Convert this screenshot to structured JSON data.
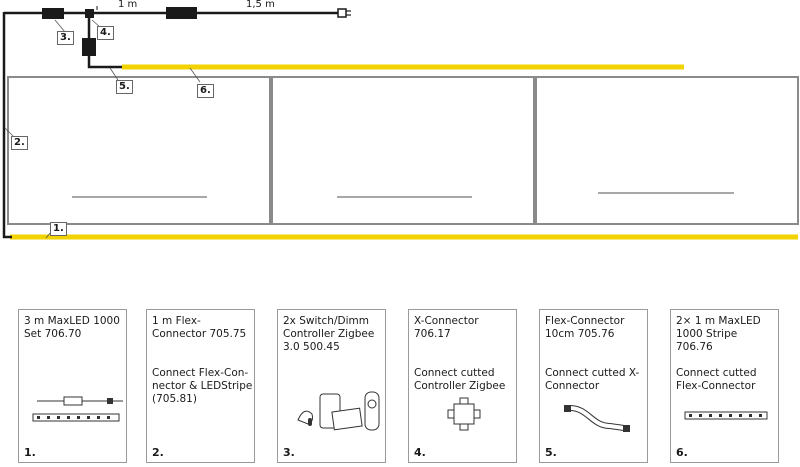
{
  "colors": {
    "strip": "#f2d200",
    "cable": "#1a1a1a",
    "cabinet": "#8a8a8a"
  },
  "diagram": {
    "dim_1m": "1 m",
    "dim_15m": "1,5 m",
    "callouts": [
      "1.",
      "2.",
      "3.",
      "4.",
      "5.",
      "6."
    ]
  },
  "cards": [
    {
      "title": "3 m MaxLED 1000 Set 706.70",
      "desc": "",
      "num": "1.",
      "icon": "led-set-icon"
    },
    {
      "title": "1 m Flex-Connector 705.75",
      "desc": "Connect Flex-Con-nector & LEDStripe (705.81)",
      "num": "2.",
      "icon": "flex-connector-icon"
    },
    {
      "title": "2x Switch/Dimm Controller Zigbee 3.0 500.45",
      "desc": "",
      "num": "3.",
      "icon": "zigbee-controller-icon"
    },
    {
      "title": "X-Connector 706.17",
      "desc": "Connect cutted Controller Zigbee",
      "num": "4.",
      "icon": "x-connector-icon"
    },
    {
      "title": "Flex-Connector 10cm 705.76",
      "desc": "Connect cutted X-Connector",
      "num": "5.",
      "icon": "flex-connector-10cm-icon"
    },
    {
      "title": "2× 1 m MaxLED 1000 Stripe 706.76",
      "desc": "Connect cutted Flex-Connector",
      "num": "6.",
      "icon": "led-stripe-icon"
    }
  ]
}
